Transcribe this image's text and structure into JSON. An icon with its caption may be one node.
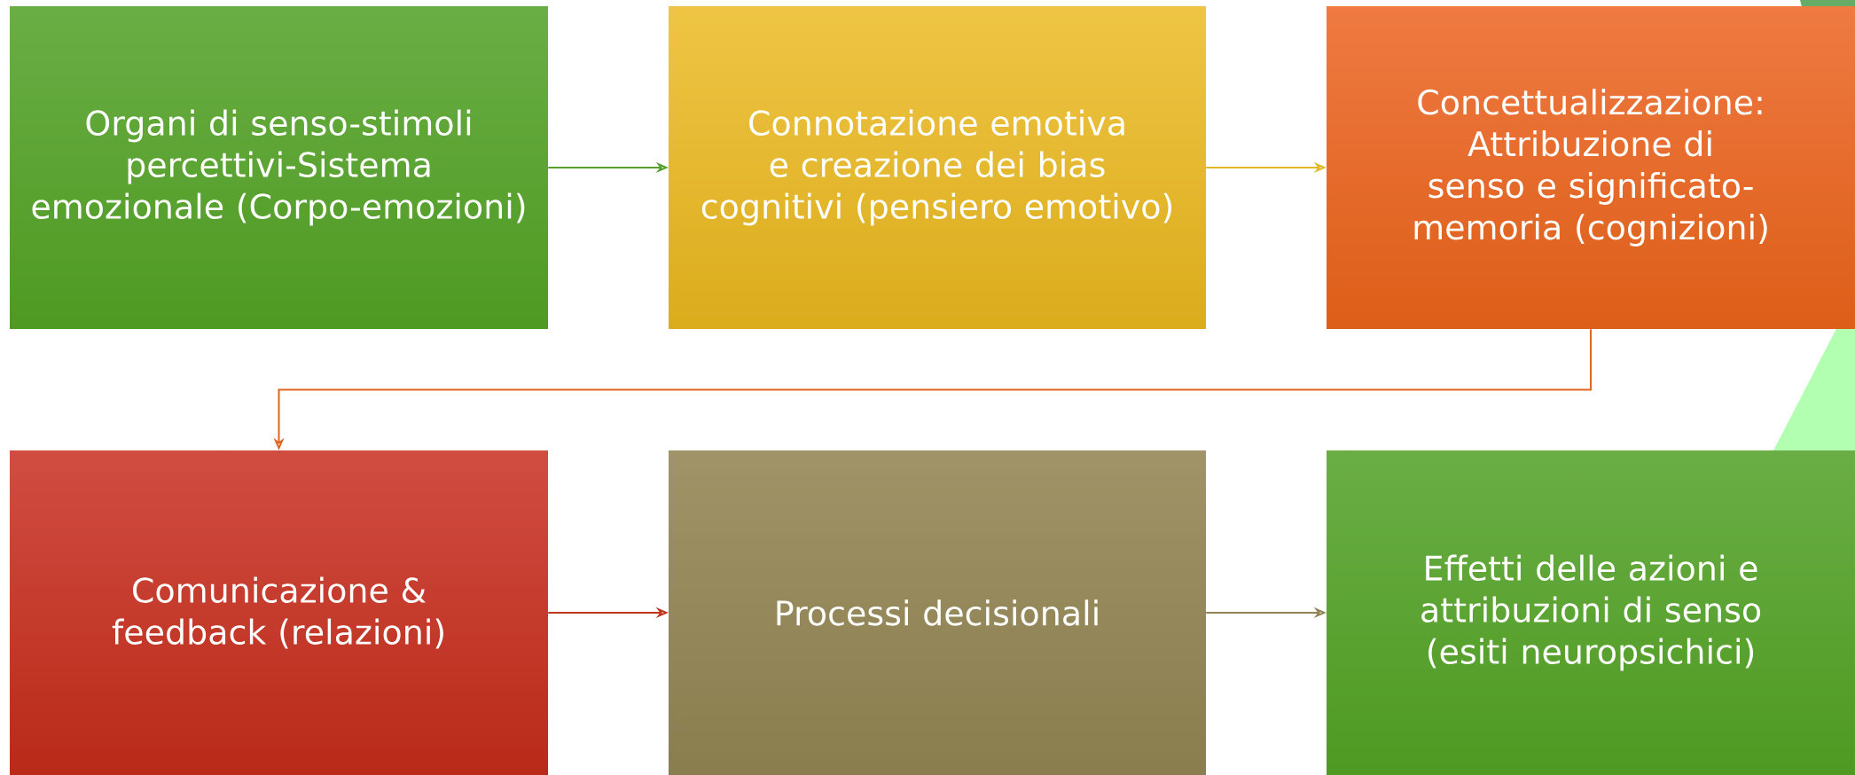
{
  "diagram": {
    "nodes": [
      {
        "text": [
          "Organi di senso-stimoli percettivi-Sistema emozionale (Corpo-emozioni)"
        ]
      },
      {
        "text": [
          "Connotazione emotiva e creazione dei bias cognitivi (pensiero emotivo)"
        ]
      },
      {
        "text": [
          "Concettualizzazione: Attribuzione di senso e significato-memoria (cognizioni)"
        ]
      },
      {
        "text": [
          "Comunicazione & feedback (relazioni)"
        ]
      },
      {
        "text": [
          "Processi decisionali"
        ]
      },
      {
        "text": [
          "Effetti delle azioni e attribuzioni di senso (esiti neuropsichici)"
        ]
      }
    ],
    "edges": [
      {
        "from": 0,
        "to": 1,
        "arrow": "to",
        "color": "#56a02c"
      },
      {
        "from": 1,
        "to": 2,
        "arrow": "to",
        "color": "#e2b827"
      },
      {
        "from": 2,
        "to": 3,
        "arrow": "to",
        "color": "#e0661f"
      },
      {
        "from": 3,
        "to": 4,
        "arrow": "to",
        "color": "#c0341e"
      },
      {
        "from": 4,
        "to": 5,
        "arrow": "to",
        "color": "#8f8356"
      }
    ]
  }
}
